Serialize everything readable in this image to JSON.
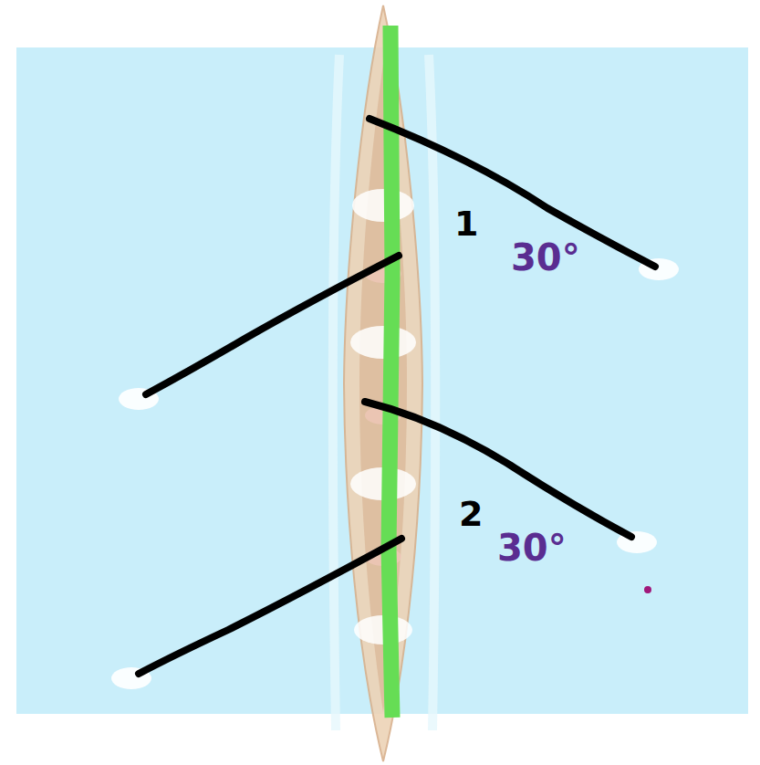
{
  "diagram": {
    "labels": [
      "1",
      "30°",
      "2",
      "30°"
    ]
  }
}
